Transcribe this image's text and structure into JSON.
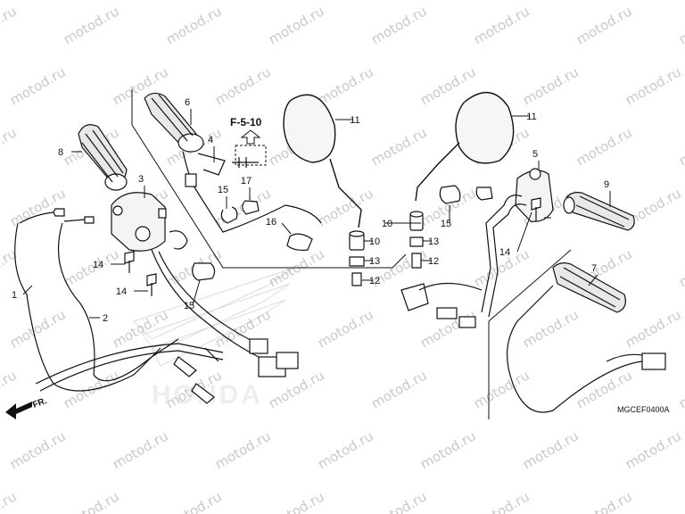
{
  "watermark_text": "motod.ru",
  "diagram_code": "MGCEF0400A",
  "reference_label": "F-5-10",
  "direction_label": "FR.",
  "logo_text": "HONDA",
  "callouts": [
    "1",
    "2",
    "3",
    "4",
    "5",
    "6",
    "7",
    "8",
    "9",
    "10",
    "10",
    "11",
    "11",
    "12",
    "12",
    "13",
    "13",
    "14",
    "14",
    "14",
    "15",
    "15",
    "15",
    "16",
    "17"
  ]
}
